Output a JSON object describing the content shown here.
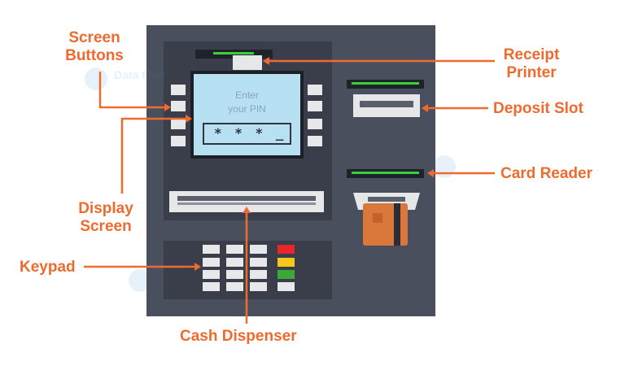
{
  "screen": {
    "prompt_line1": "Enter",
    "prompt_line2": "your PIN",
    "pin_display": "* * * _"
  },
  "labels": {
    "screen_buttons": [
      "Screen",
      "Buttons"
    ],
    "display_screen": [
      "Display",
      "Screen"
    ],
    "keypad": "Keypad",
    "cash_dispenser": "Cash Dispenser",
    "receipt_printer": [
      "Receipt",
      "Printer"
    ],
    "deposit_slot": "Deposit Slot",
    "card_reader": "Card Reader"
  },
  "watermark": "Data Flair",
  "colors": {
    "accent": "#ef6a2e",
    "machine": "#4a4f5e",
    "panel": "#3a3e4b",
    "screen": "#b7e0f2",
    "key_red": "#e8262b",
    "key_yellow": "#f2c81b",
    "key_green": "#3aa935"
  }
}
